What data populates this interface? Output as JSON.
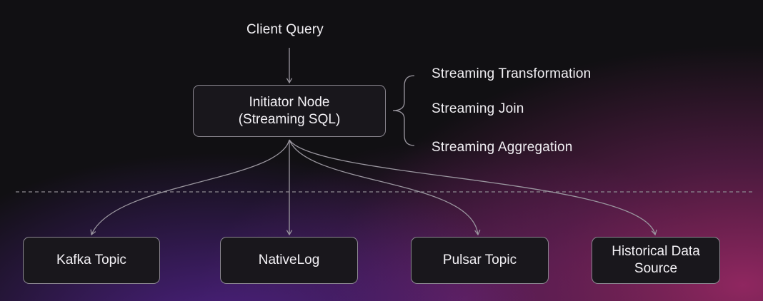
{
  "client_query": "Client Query",
  "initiator": {
    "line1": "Initiator Node",
    "line2": "(Streaming SQL)"
  },
  "capabilities": [
    "Streaming Transformation",
    "Streaming Join",
    "Streaming Aggregation"
  ],
  "sources": [
    {
      "line1": "Kafka Topic",
      "line2": ""
    },
    {
      "line1": "NativeLog",
      "line2": ""
    },
    {
      "line1": "Pulsar Topic",
      "line2": ""
    },
    {
      "line1": "Historical Data",
      "line2": "Source"
    }
  ],
  "colors": {
    "line": "#9a969f",
    "node_border": "#8a868f",
    "node_fill": "#19171c",
    "text": "#f2f0f4"
  }
}
